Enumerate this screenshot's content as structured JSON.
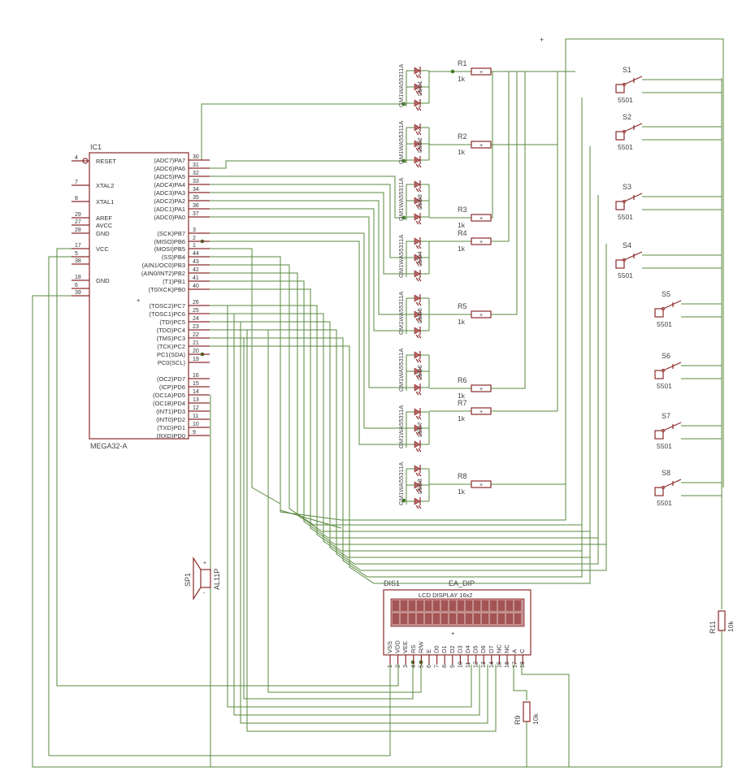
{
  "ic": {
    "ref": "IC1",
    "value": "MEGA32-A",
    "left_pins": [
      {
        "name": "RESET",
        "num": "4"
      },
      {
        "name": "XTAL2",
        "num": "7"
      },
      {
        "name": "XTAL1",
        "num": "8"
      },
      {
        "name": "AREF",
        "num": "29"
      },
      {
        "name": "AVCC",
        "num": "27"
      },
      {
        "name": "GND",
        "num": "28"
      },
      {
        "name": "VCC",
        "num": "17"
      },
      {
        "name": "",
        "num": "5"
      },
      {
        "name": "",
        "num": "38"
      },
      {
        "name": "GND",
        "num": "18"
      },
      {
        "name": "",
        "num": "6"
      },
      {
        "name": "",
        "num": "39"
      }
    ],
    "right_pins": [
      {
        "name": "(ADC7)PA7",
        "num": "30"
      },
      {
        "name": "(ADC6)PA6",
        "num": "31"
      },
      {
        "name": "(ADC5)PA5",
        "num": "32"
      },
      {
        "name": "(ADC4)PA4",
        "num": "33"
      },
      {
        "name": "(ADC3)PA3",
        "num": "34"
      },
      {
        "name": "(ADC2)PA2",
        "num": "35"
      },
      {
        "name": "(ADC1)PA1",
        "num": "36"
      },
      {
        "name": "(ADC0)PA0",
        "num": "37"
      },
      {
        "name": "(SCK)PB7",
        "num": "3"
      },
      {
        "name": "(MISO)PB6",
        "num": "2"
      },
      {
        "name": "(MOSI)PB5",
        "num": "1"
      },
      {
        "name": "(SS)PB4",
        "num": "44"
      },
      {
        "name": "(AIN1/OC0)PB3",
        "num": "43"
      },
      {
        "name": "(AIN0/INT2)PB2",
        "num": "42"
      },
      {
        "name": "(T1)PB1",
        "num": "41"
      },
      {
        "name": "(T0/XCK)PB0",
        "num": "40"
      },
      {
        "name": "(TOSC2)PC7",
        "num": "26"
      },
      {
        "name": "(TOSC1)PC6",
        "num": "25"
      },
      {
        "name": "(TDI)PC5",
        "num": "24"
      },
      {
        "name": "(TDO)PC4",
        "num": "23"
      },
      {
        "name": "(TMS)PC3",
        "num": "22"
      },
      {
        "name": "(TCK)PC2",
        "num": "21"
      },
      {
        "name": "PC1(SDA)",
        "num": "20"
      },
      {
        "name": "PC0(SCL)",
        "num": "19"
      },
      {
        "name": "(OC2)PD7",
        "num": "16"
      },
      {
        "name": "(ICP)PD6",
        "num": "15"
      },
      {
        "name": "(OC1A)PD5",
        "num": "14"
      },
      {
        "name": "(OC1B)PD4",
        "num": "13"
      },
      {
        "name": "(INT1)PD3",
        "num": "12"
      },
      {
        "name": "(INT0)PD2",
        "num": "11"
      },
      {
        "name": "(TXD)PD1",
        "num": "10"
      },
      {
        "name": "(RXD)PD0",
        "num": "9"
      }
    ]
  },
  "led_value": "GM1WA55311A",
  "leds": [
    "LED1",
    "LED2",
    "LED3",
    "LED4",
    "LED5",
    "LED6",
    "LED7",
    "LED8"
  ],
  "resistors": [
    {
      "ref": "R1",
      "value": "1k"
    },
    {
      "ref": "R2",
      "value": "1k"
    },
    {
      "ref": "R3",
      "value": "1k"
    },
    {
      "ref": "R4",
      "value": "1k"
    },
    {
      "ref": "R5",
      "value": "1k"
    },
    {
      "ref": "R6",
      "value": "1k"
    },
    {
      "ref": "R7",
      "value": "1k"
    },
    {
      "ref": "R8",
      "value": "1k"
    }
  ],
  "switches": [
    {
      "ref": "S1",
      "value": "5501"
    },
    {
      "ref": "S2",
      "value": "5501"
    },
    {
      "ref": "S3",
      "value": "5501"
    },
    {
      "ref": "S4",
      "value": "5501"
    },
    {
      "ref": "S5",
      "value": "5501"
    },
    {
      "ref": "S6",
      "value": "5501"
    },
    {
      "ref": "S7",
      "value": "5501"
    },
    {
      "ref": "S8",
      "value": "5501"
    }
  ],
  "r9": {
    "ref": "R9",
    "value": "10k"
  },
  "r11": {
    "ref": "R11",
    "value": "10k"
  },
  "speaker": {
    "ref": "SP1",
    "value": "AL11P",
    "plus": "+",
    "minus": "-"
  },
  "lcd": {
    "ref": "DIS1",
    "value": "EA_DIP",
    "title": "LCD DISPLAY 16x2",
    "pins": [
      {
        "name": "VSS",
        "num": "1"
      },
      {
        "name": "VDD",
        "num": "2"
      },
      {
        "name": "VEE",
        "num": "3"
      },
      {
        "name": "RS",
        "num": "4"
      },
      {
        "name": "R/W",
        "num": "5"
      },
      {
        "name": "E",
        "num": "6"
      },
      {
        "name": "D0",
        "num": "7"
      },
      {
        "name": "D1",
        "num": "8"
      },
      {
        "name": "D2",
        "num": "9"
      },
      {
        "name": "D3",
        "num": "10"
      },
      {
        "name": "D4",
        "num": "11"
      },
      {
        "name": "D5",
        "num": "12"
      },
      {
        "name": "D6",
        "num": "13"
      },
      {
        "name": "D7",
        "num": "14"
      },
      {
        "name": "NC",
        "num": "15"
      },
      {
        "name": "NC",
        "num": "16"
      },
      {
        "name": "A",
        "num": "17"
      },
      {
        "name": "C",
        "num": "18"
      }
    ]
  },
  "markers": {
    "plus": "+"
  }
}
